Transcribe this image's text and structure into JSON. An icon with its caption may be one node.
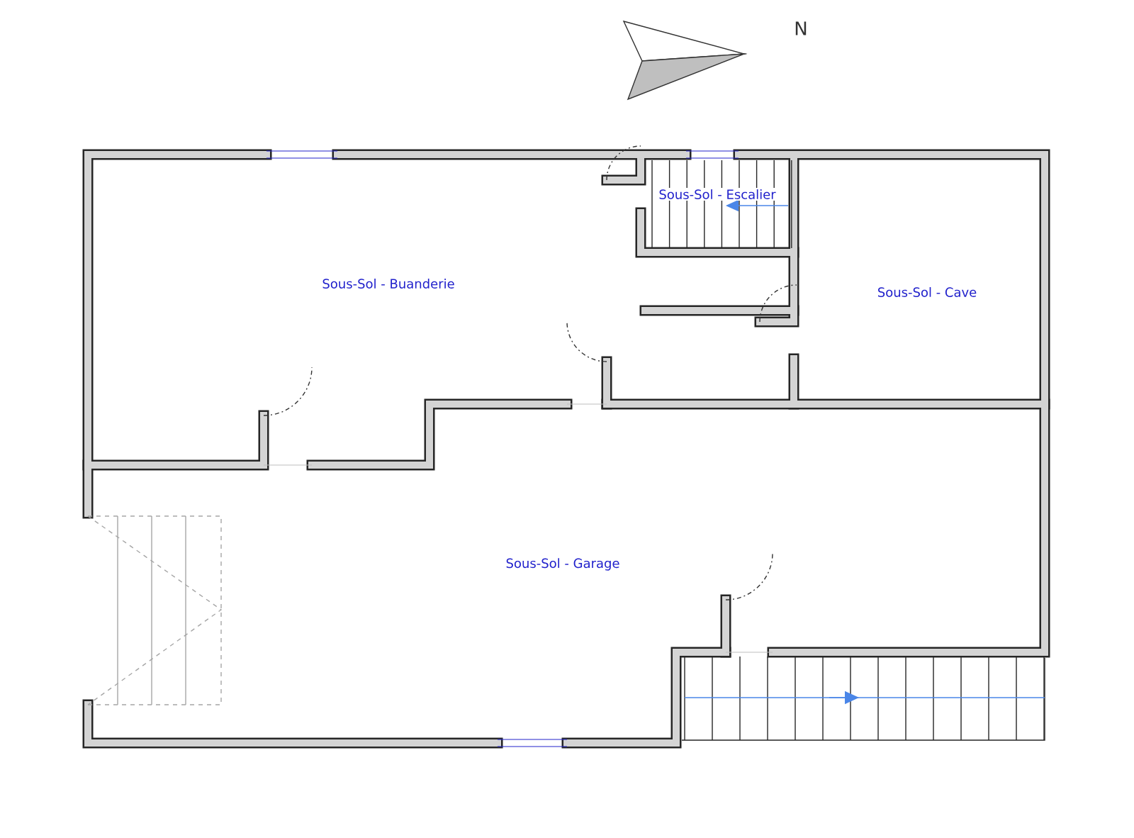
{
  "diagram": {
    "labels": [
      "N",
      "Sous-Sol - Buanderie",
      "Sous-Sol - Escalier",
      "Sous-Sol - Cave",
      "Sous-Sol - Garage"
    ]
  }
}
